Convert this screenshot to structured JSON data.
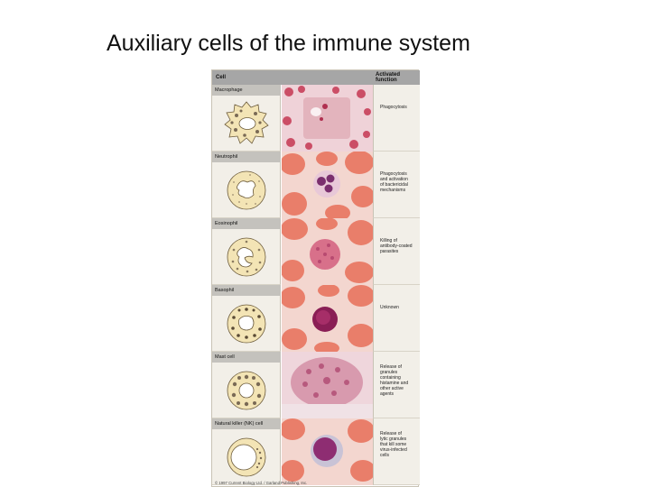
{
  "slide": {
    "title": "Auxiliary cells of the immune system"
  },
  "figure": {
    "header": {
      "cell_col": "Cell",
      "function_col": "Activated function"
    },
    "rows": [
      {
        "cell": "Macrophage",
        "function": "Phagocytosis"
      },
      {
        "cell": "Neutrophil",
        "function": "Phagocytosis\nand activation\nof bactericidal\nmechanisms"
      },
      {
        "cell": "Eosinophil",
        "function": "Killing of\nantibody-coated\nparasites"
      },
      {
        "cell": "Basophil",
        "function": "Unknown"
      },
      {
        "cell": "Mast cell",
        "function": "Release of\ngranules\ncontaining\nhistamine and\nother active\nagents"
      },
      {
        "cell": "Natural killer (NK) cell",
        "function": "Release of\nlytic granules\nthat kill some\nvirus-infected\ncells"
      }
    ],
    "copyright": "© 1997 Current Biology Ltd. / Garland Publishing, Inc."
  },
  "colors": {
    "header_bg": "#a6a6a6",
    "panel_bg": "#f2efe8",
    "rbc": "#e98a78",
    "nucleus": "#9a3a78"
  }
}
